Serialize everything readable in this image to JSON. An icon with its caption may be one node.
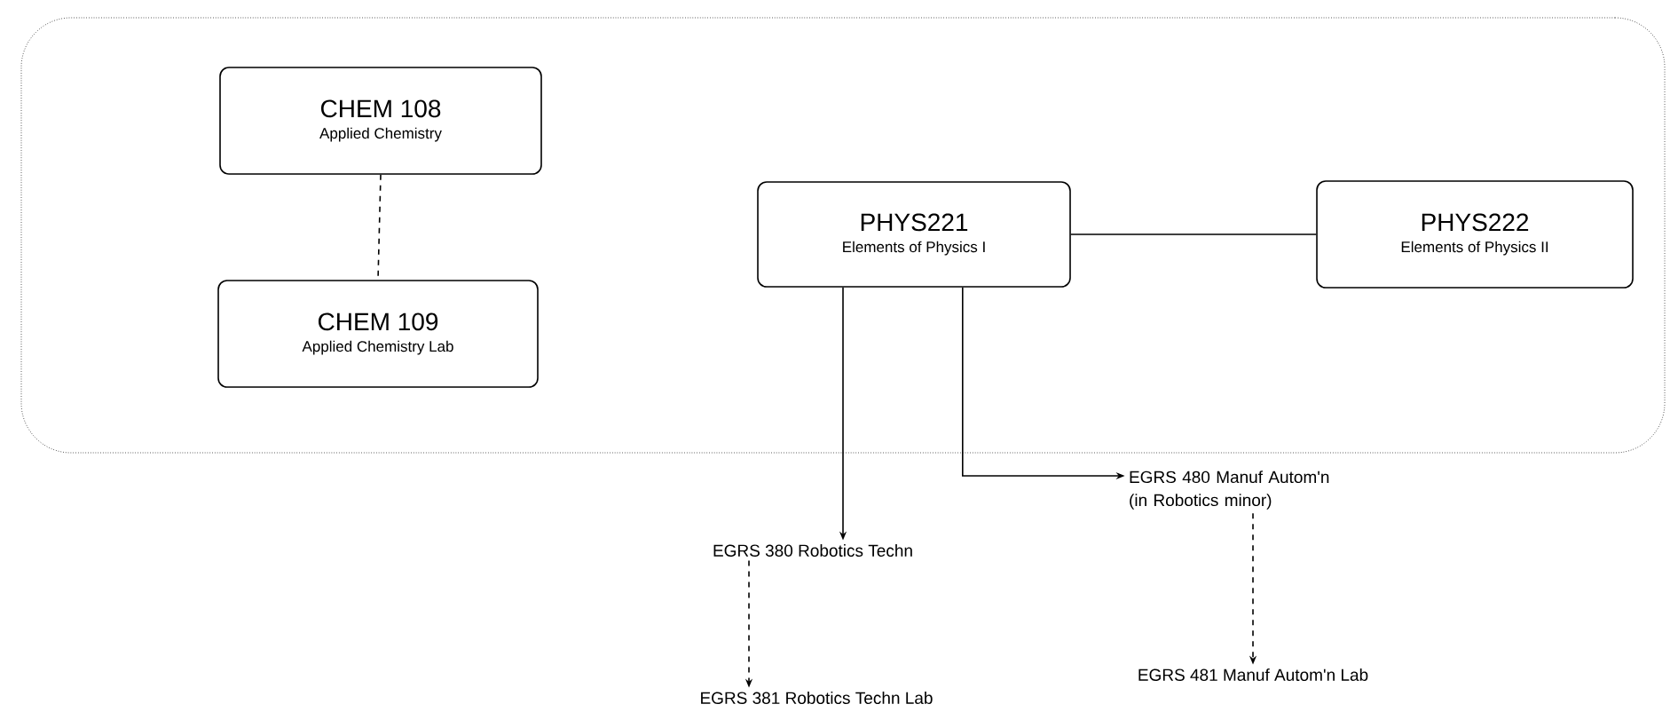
{
  "diagram": {
    "nodes": [
      {
        "text": [],
        "shape": "box"
      },
      {
        "text": [
          "CHEM 108",
          "Applied Chemistry"
        ],
        "in": 0
      },
      {
        "text": [
          "CHEM 109",
          "Applied Chemistry Lab"
        ],
        "in": 0
      },
      {
        "text": [
          "PHYS221",
          "Elements of Physics I"
        ],
        "in": 0
      },
      {
        "text": [
          "PHYS222",
          "Elements of Physics II"
        ],
        "in": 0
      },
      {
        "text": [
          "EGRS 380 Robotics Techn"
        ]
      },
      {
        "text": [
          "EGRS 480 Manuf Autom'n (in Robotics minor)"
        ]
      },
      {
        "text": [
          "EGRS 381 Robotics Techn Lab"
        ]
      },
      {
        "text": [
          "EGRS 481 Manuf Autom'n Lab"
        ]
      }
    ],
    "edges": [
      {
        "from": 1,
        "to": 2,
        "arrow": "none",
        "style": "dashed"
      },
      {
        "from": 3,
        "to": 4,
        "arrow": "none"
      },
      {
        "from": 3,
        "to": 5,
        "arrow": "to"
      },
      {
        "from": 3,
        "to": 6,
        "arrow": "to"
      },
      {
        "from": 5,
        "to": 7,
        "arrow": "to",
        "style": "dashed"
      },
      {
        "from": 6,
        "to": 8,
        "arrow": "to",
        "style": "dashed"
      }
    ]
  }
}
